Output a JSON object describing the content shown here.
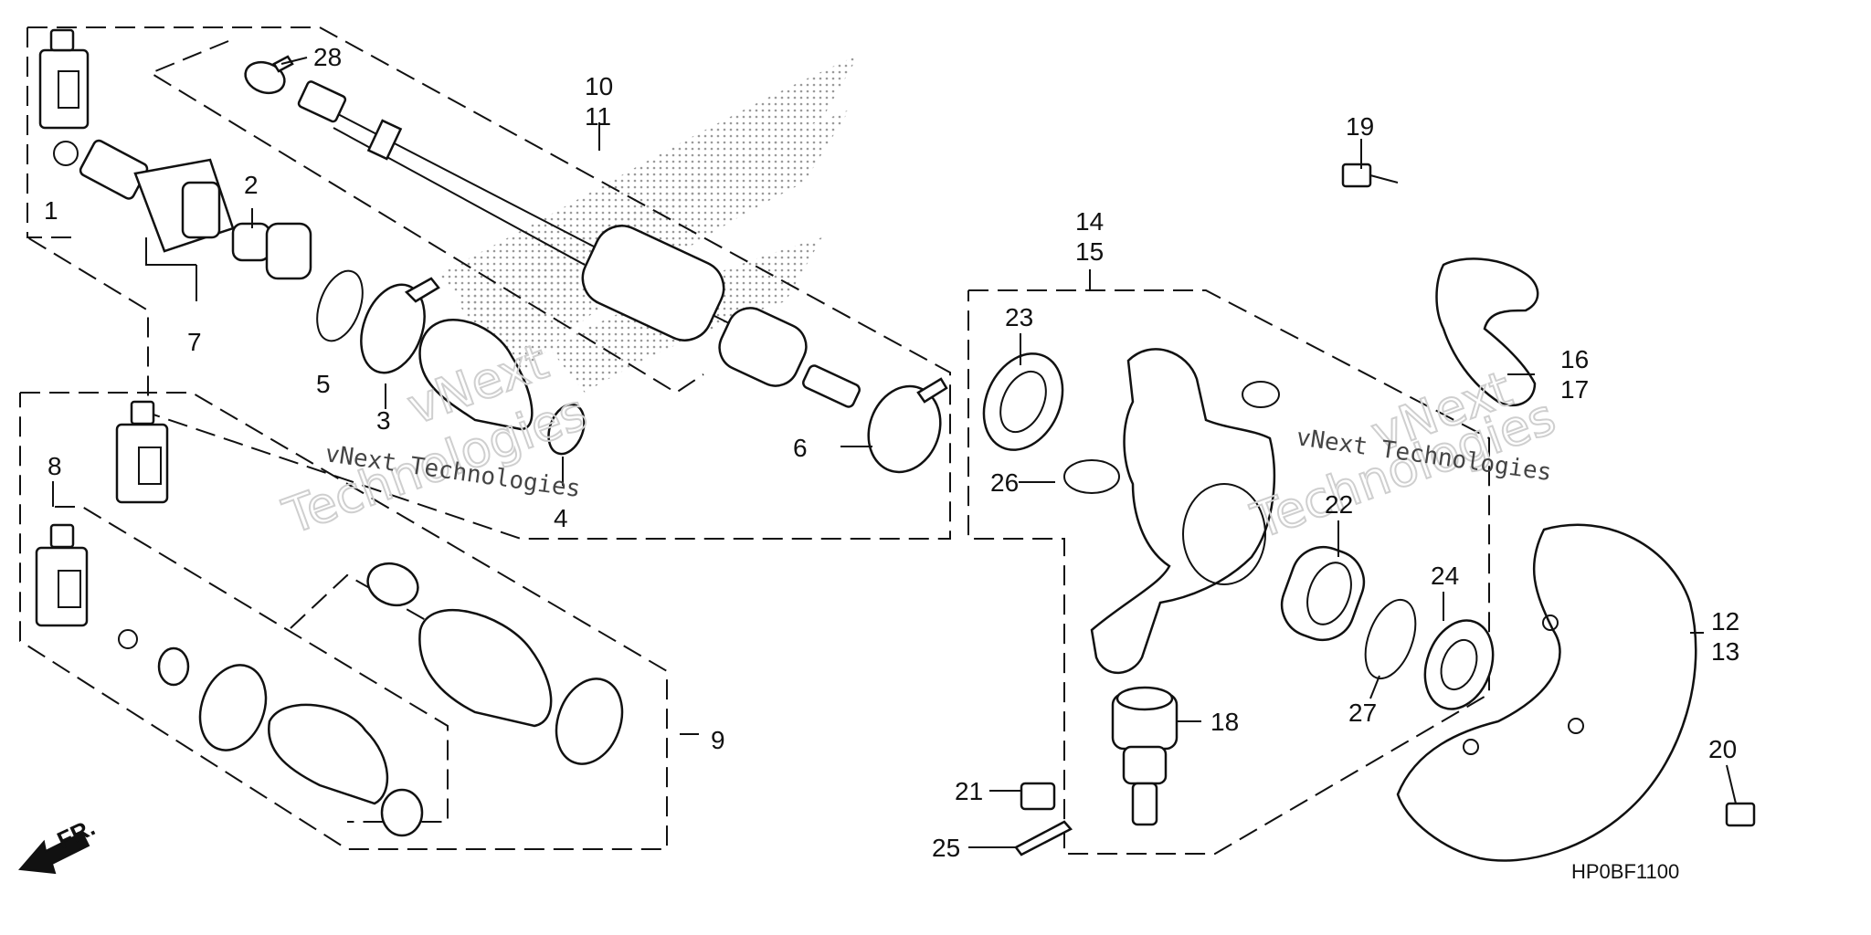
{
  "diagram": {
    "callouts": [
      "1",
      "2",
      "3",
      "4",
      "5",
      "6",
      "7",
      "8",
      "9",
      "10",
      "11",
      "12",
      "13",
      "14",
      "15",
      "16",
      "17",
      "18",
      "19",
      "20",
      "21",
      "22",
      "23",
      "24",
      "25",
      "26",
      "27",
      "28"
    ],
    "diagram_code": "HP0BF1100",
    "direction_label": "FR.",
    "watermark": {
      "line1": "vNext Technologies",
      "line2": "vNext",
      "line3": "Technologies"
    }
  }
}
